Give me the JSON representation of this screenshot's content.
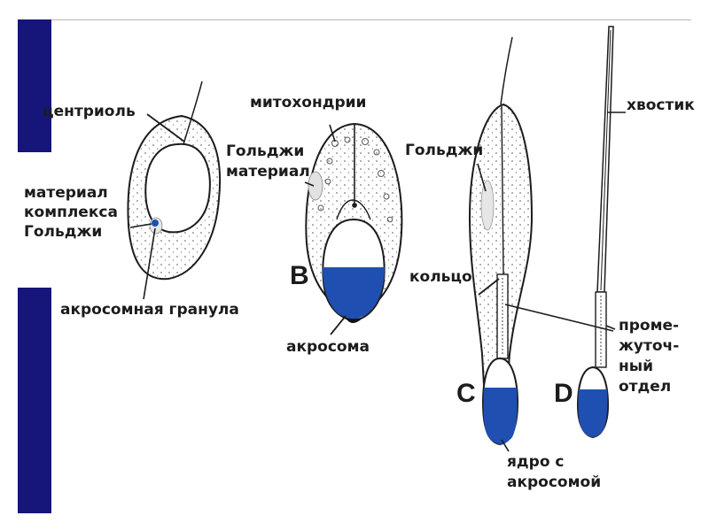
{
  "labels": {
    "centriole": "центриоль",
    "golgi_material_1": "материал",
    "golgi_material_2": "комплекса",
    "golgi_material_3": "Гольджи",
    "acrosomal_granule": "акросомная гранула",
    "mitochondria": "митохондрии",
    "golgi_mat_b_1": "Гольджи",
    "golgi_mat_b_2": "материал",
    "acrosome": "акросома",
    "golgi_c": "Гольджи",
    "ring": "кольцо",
    "nucleus_1": "ядро с",
    "nucleus_2": "акросомой",
    "tail": "хвостик",
    "mid_1": "проме-",
    "mid_2": "жуточ-",
    "mid_3": "ный",
    "mid_4": "отдел"
  },
  "stage_letters": {
    "b": "B",
    "c": "C",
    "d": "D"
  },
  "colors": {
    "frame_bar": "#16157a",
    "acrosome_blue": "#1f4fb0",
    "outline": "#1c1c1c",
    "cell_fill": "#f4f4f4"
  }
}
